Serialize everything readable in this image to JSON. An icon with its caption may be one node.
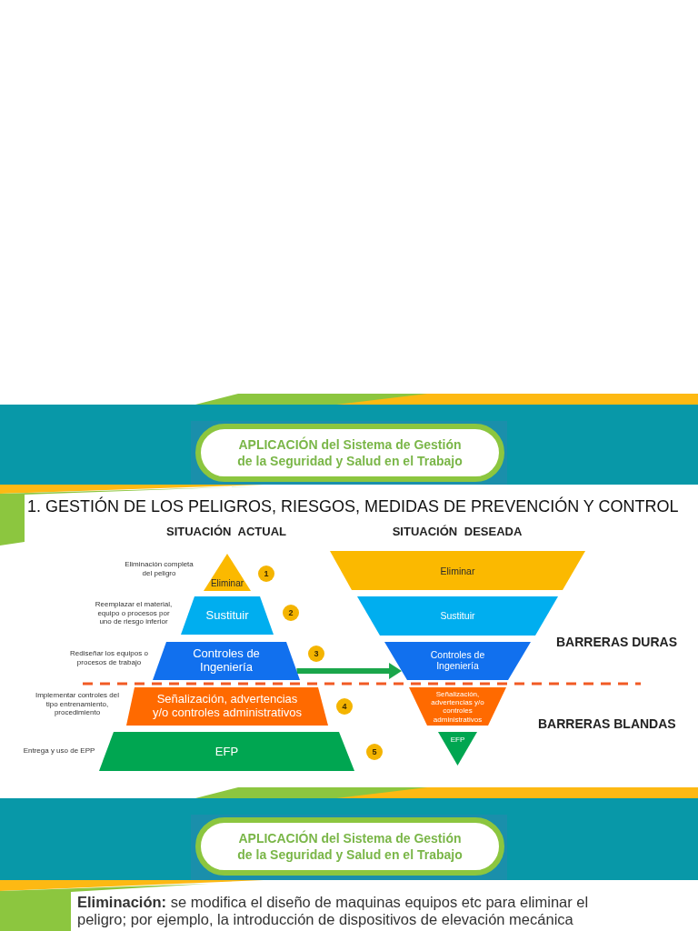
{
  "diagram": {
    "title": "1. GESTIÓN DE LOS PELIGROS, RIESGOS, MEDIDAS DE PREVENCIÓN Y CONTROL",
    "nodes": [
      {
        "text": [
          "APLICACIÓN del Sistema de Gestión de la Seguridad y Salud en el Trabajo"
        ]
      },
      {
        "text": [
          "Eliminar"
        ],
        "beside": [
          "Eliminación completa del peligro"
        ]
      },
      {
        "text": [
          "Sustituir"
        ],
        "beside": [
          "Reemplazar el material, equipo o procesos por uno de riesgo inferior"
        ]
      },
      {
        "text": [
          "Controles de Ingeniería"
        ],
        "beside": [
          "Rediseñar los equipos o procesos de trabajo"
        ]
      },
      {
        "text": [
          "Señalización, advertencias y/o controles administrativos"
        ],
        "beside": [
          "Implementar controles del tipo entrenamiento, procedimiento"
        ]
      },
      {
        "text": [
          "EFP"
        ],
        "beside": [
          "Entrega y uso de EPP"
        ]
      },
      {
        "text": [
          "Eliminar"
        ]
      },
      {
        "text": [
          "Sustituir"
        ]
      },
      {
        "text": [
          "Controles de Ingeniería"
        ]
      },
      {
        "text": [
          "Señalización, advertencias y/o controles administrativos"
        ]
      },
      {
        "text": [
          "EFP"
        ]
      },
      {
        "text": [
          "APLICACIÓN del Sistema de Gestión de la Seguridad y Salud en el Trabajo"
        ]
      }
    ],
    "edges": [
      {
        "from": 3,
        "to": 8,
        "arrow": "to",
        "color": "#1aa64b"
      }
    ],
    "labels": [
      "SITUACIÓN ACTUAL",
      "SITUACIÓN DESEADA",
      "1",
      "2",
      "BARRERAS DURAS",
      "3",
      "4",
      "BARRERAS BLANDAS",
      "5",
      "**Eliminación:** se modifica el diseño de maquinas equipos etc para eliminar el peligro; por ejemplo, la introducción de dispositivos de elevación mecánica"
    ]
  }
}
